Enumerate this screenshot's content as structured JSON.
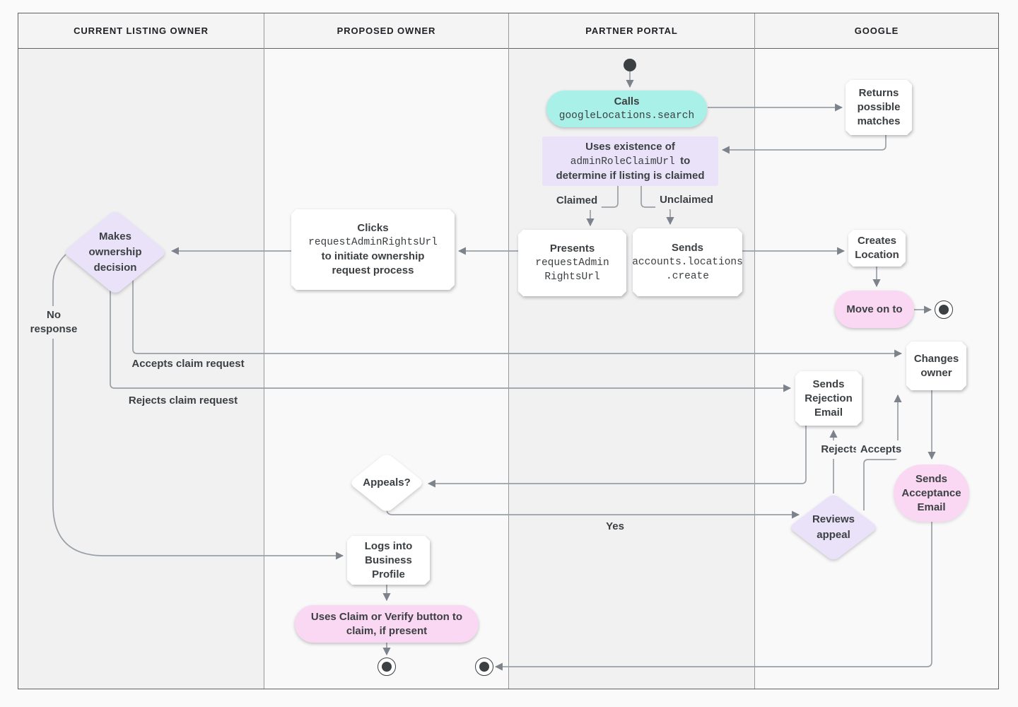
{
  "lanes": [
    {
      "label": "CURRENT LISTING OWNER"
    },
    {
      "label": "PROPOSED OWNER"
    },
    {
      "label": "PARTNER PORTAL"
    },
    {
      "label": "GOOGLE"
    }
  ],
  "nodes": {
    "calls": {
      "title": "Calls",
      "code": "googleLocations.search"
    },
    "returns_matches": {
      "text": "Returns\npossible\nmatches"
    },
    "uses_existence": {
      "line1": "Uses existence of",
      "code": "adminRoleClaimUrl",
      "line2_suffix": "to",
      "line3": "determine if listing is claimed"
    },
    "presents": {
      "title": "Presents",
      "code": "requestAdmin\nRightsUrl"
    },
    "sends_create": {
      "title": "Sends",
      "code": "accounts.locations\n.create"
    },
    "clicks": {
      "title": "Clicks",
      "code": "requestAdminRightsUrl",
      "text": "to initiate ownership\nrequest process"
    },
    "makes_decision": {
      "text": "Makes\nownership\ndecision"
    },
    "creates_location": {
      "text": "Creates\nLocation"
    },
    "move_on": {
      "text": "Move on to"
    },
    "changes_owner": {
      "text": "Changes\nowner"
    },
    "sends_rejection": {
      "text": "Sends\nRejection\nEmail"
    },
    "sends_acceptance": {
      "text": "Sends\nAcceptance\nEmail"
    },
    "reviews_appeal": {
      "text": "Reviews\nappeal"
    },
    "appeals": {
      "text": "Appeals?"
    },
    "logs_into": {
      "text": "Logs into\nBusiness\nProfile"
    },
    "uses_claim": {
      "text": "Uses Claim or Verify button to\nclaim, if present"
    }
  },
  "edge_labels": {
    "claimed": "Claimed",
    "unclaimed": "Unclaimed",
    "no_response": "No\nresponse",
    "accepts_claim": "Accepts claim request",
    "rejects_claim": "Rejects claim request",
    "yes": "Yes",
    "rejects": "Rejects",
    "accepts": "Accepts"
  },
  "colors": {
    "cyan_pill": "#a9f1e8",
    "lavender": "#e9e2f8",
    "pink": "#fad7f3",
    "note_white": "#ffffff",
    "connector": "#9aa0a6",
    "arrowhead": "#7d838a",
    "text": "#3c4043",
    "lane_dark": "#f1f1f2",
    "lane_light": "#f9f9fa",
    "header_bg": "#f4f4f5",
    "border_dark": "#5f6368",
    "border_lane": "#97999d"
  }
}
